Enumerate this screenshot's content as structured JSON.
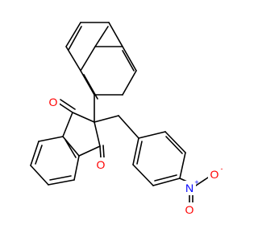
{
  "molecule": {
    "atoms": {
      "o_ketone_top": {
        "symbol": "O",
        "charge": ""
      },
      "o_ketone_bottom": {
        "symbol": "O",
        "charge": ""
      },
      "n_nitro": {
        "symbol": "N",
        "charge": "+"
      },
      "o_nitro_top": {
        "symbol": "O",
        "charge": "-"
      },
      "o_nitro_bottom": {
        "symbol": "O",
        "charge": ""
      }
    },
    "colors": {
      "bond": "#000000",
      "oxygen": "#ff0000",
      "nitrogen": "#0000ff",
      "background": "#ffffff"
    }
  }
}
